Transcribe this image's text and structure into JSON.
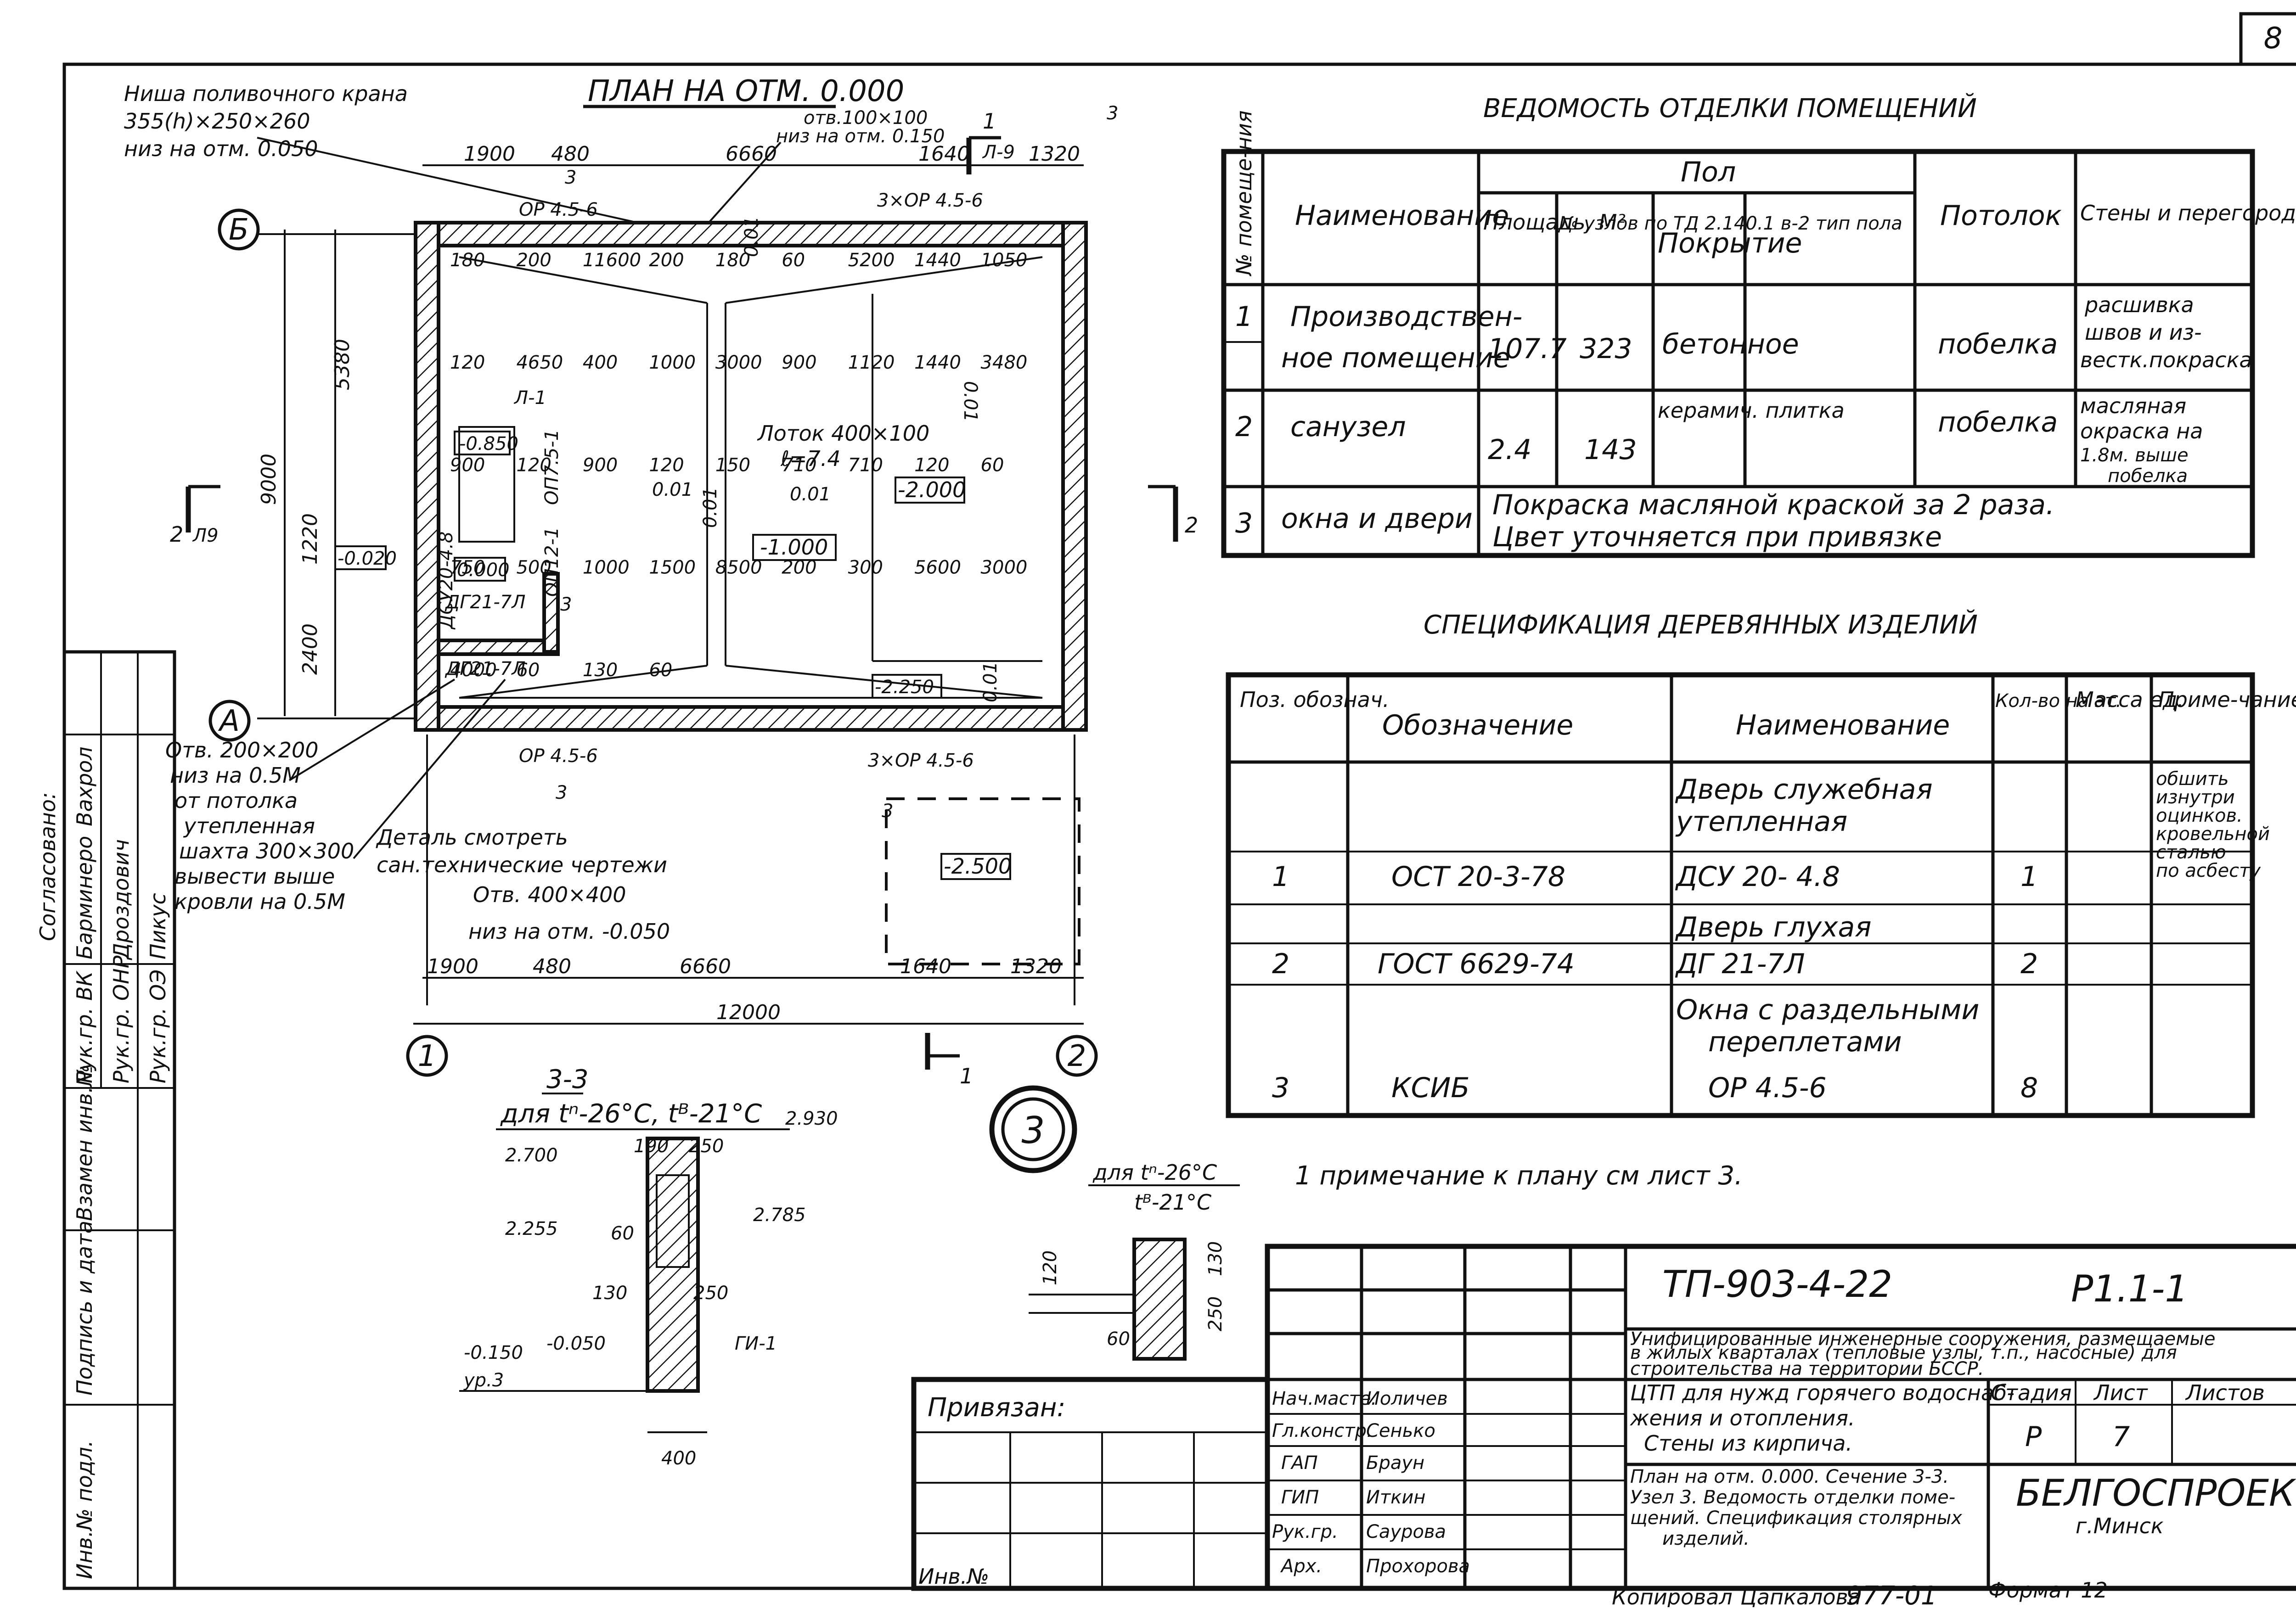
{
  "sheet": {
    "number": "8"
  },
  "plan": {
    "title": "ПЛАН НА ОТМ. 0.000",
    "niche": [
      "Ниша поливочного крана",
      "355(h)×250×260",
      "низ на отм. 0.050"
    ],
    "opening_top": [
      "отв.100×100",
      "низ на отм. 0.150"
    ],
    "opening_left": [
      "Отв. 200×200",
      "низ на 0.5М",
      "от потолка",
      "утепленная",
      "шахта 300×300",
      "вывести выше",
      "кровли на 0.5М"
    ],
    "detail": [
      "Деталь смотреть",
      "сан.технические чертежи"
    ],
    "opening_bottom": [
      "Отв. 400×400",
      "низ на отм. -0.050"
    ],
    "tray": [
      "Лоток 400×100",
      "ℓ=7.4"
    ],
    "axes": {
      "left": "1",
      "right": "2",
      "top": "Б",
      "bottom": "А",
      "callout": "3"
    },
    "section_marks": [
      "1",
      "Л-9",
      "2",
      "Л9",
      "1",
      "3",
      "2",
      "3",
      "3",
      "3",
      "3"
    ],
    "levels": [
      "-0.850",
      "-0.020",
      "0.000",
      "-1.000",
      "-2.000",
      "-2.250",
      "-2.500"
    ],
    "windows": [
      "ОР 4.5-6",
      "3×ОР 4.5-6",
      "ОР 4.5-6",
      "3×ОР 4.5-6"
    ],
    "doors": [
      "ДСУ20-4.8",
      "ДГ21-7Л",
      "ДГ21-7Л",
      "ОП7.5-1",
      "ОП12-1"
    ],
    "labels": [
      "Л-1"
    ],
    "slopes": [
      "0.01",
      "0.01",
      "0.01",
      "0.01",
      "0.01",
      "0.01"
    ],
    "dims_top": [
      "1900",
      "480",
      "6660",
      "1640",
      "1320"
    ],
    "dims_bottom": [
      "1900",
      "480",
      "6660",
      "1640",
      "1320"
    ],
    "dim_total": "12000",
    "dims_left": [
      "5380",
      "9000",
      "1220",
      "2400"
    ],
    "dims_inner": [
      "180",
      "200",
      "11600",
      "200",
      "180",
      "60",
      "5200",
      "1440",
      "1050",
      "120",
      "4650",
      "400",
      "1000",
      "3000",
      "900",
      "1120",
      "1440",
      "3480",
      "900",
      "120",
      "900",
      "120",
      "150",
      "710",
      "710",
      "120",
      "60",
      "750",
      "500",
      "1000",
      "1500",
      "8500",
      "200",
      "300",
      "5600",
      "3000",
      "4000",
      "60",
      "130",
      "60"
    ]
  },
  "section": {
    "title": "3-3",
    "subtitle": "для tⁿ-26°С, tᴮ-21°С",
    "marks": [
      "2.930",
      "2.700",
      "2.255",
      "2.785",
      "-0.150",
      "-0.050",
      "ур.3",
      "ГИ-1"
    ],
    "dims": [
      "190",
      "250",
      "60",
      "130",
      "250",
      "400"
    ]
  },
  "node3": {
    "label": "3",
    "subtitle": [
      "для tⁿ-26°С",
      "tᴮ-21°С"
    ],
    "dims": [
      "120",
      "130",
      "250",
      "60"
    ]
  },
  "finish_table": {
    "title": "ВЕДОМОСТЬ ОТДЕЛКИ ПОМЕЩЕНИЙ",
    "headers": {
      "num": "№ помеще-ния",
      "name": "Наименование",
      "floor": "Пол",
      "area": "Площадь, М²",
      "nodes": "№ узлов по ТД 2.140.1 в-2 тип пола",
      "cover": "Покрытие",
      "ceiling": "Потолок",
      "walls": "Стены и перегородки"
    },
    "rows": [
      {
        "num": "1",
        "name": [
          "Производствен-",
          "ное помещение"
        ],
        "area": "107.7",
        "nodes": "323",
        "cover": "бетонное",
        "ceiling": "побелка",
        "walls": [
          "расшивка",
          "швов и из-",
          "вестк.покраска"
        ]
      },
      {
        "num": "2",
        "name": [
          "санузел"
        ],
        "area": "2.4",
        "nodes": "143",
        "cover": "керамич. плитка",
        "ceiling": "побелка",
        "walls": [
          "масляная",
          "окраска на",
          "1.8м. выше",
          "побелка"
        ]
      },
      {
        "num": "3",
        "name": [
          "окна и двери"
        ],
        "merged": [
          "Покраска масляной краской за 2 раза.",
          "Цвет уточняется при привязке"
        ]
      }
    ]
  },
  "spec_table": {
    "title": "СПЕЦИФИКАЦИЯ ДЕРЕВЯННЫХ ИЗДЕЛИЙ",
    "headers": [
      "Поз. обознач.",
      "Обозначение",
      "Наименование",
      "Кол-во на эт.",
      "Масса ед.",
      "Приме-чание"
    ],
    "rows": [
      {
        "pos": "",
        "code": "",
        "name": [
          "Дверь служебная",
          "утепленная"
        ],
        "qty": "",
        "mass": "",
        "note": [
          "обшить",
          "изнутри",
          "оцинков.",
          "кровельной",
          "сталью",
          "по асбесту"
        ]
      },
      {
        "pos": "1",
        "code": "ОСТ 20-3-78",
        "name": [
          "ДСУ 20- 4.8"
        ],
        "qty": "1",
        "mass": "",
        "note": []
      },
      {
        "pos": "",
        "code": "",
        "name": [
          "Дверь глухая"
        ],
        "qty": "",
        "mass": "",
        "note": []
      },
      {
        "pos": "2",
        "code": "ГОСТ 6629-74",
        "name": [
          "ДГ 21-7Л"
        ],
        "qty": "2",
        "mass": "",
        "note": []
      },
      {
        "pos": "",
        "code": "",
        "name": [
          "Окна с раздельными",
          "переплетами"
        ],
        "qty": "",
        "mass": "",
        "note": []
      },
      {
        "pos": "3",
        "code": "КСИБ",
        "name": [
          "ОР 4.5-6"
        ],
        "qty": "8",
        "mass": "",
        "note": []
      }
    ]
  },
  "note": "1 примечание к плану см лист 3.",
  "left_strip": {
    "agreed": "Согласовано:",
    "rows": [
      {
        "role": "Рук.гр. ВК",
        "name": "Барминеро",
        "extra": "Вахрол"
      },
      {
        "role": "Рук.гр. ОНР",
        "name": "Дроздович",
        "extra": ""
      },
      {
        "role": "Рук.гр. ОЭ",
        "name": "Пикус",
        "extra": ""
      }
    ],
    "vertical": [
      "Взамен инв.№",
      "Подпись и дата",
      "Инв.№ подл."
    ]
  },
  "title_block": {
    "code": "ТП-903-4-22",
    "sheet_code": "Р1.1-1",
    "desc": [
      "Унифицированные инженерные сооружения, размещаемые",
      "в жилых кварталах (тепловые узлы, т.п., насосные) для",
      "строительства на территории БССР."
    ],
    "name": [
      "ЦТП для нужд горячего водоснаб-",
      "жения и отопления.",
      "Стены из кирпича."
    ],
    "content": [
      "План на отм. 0.000. Сечение 3-3.",
      "Узел 3. Ведомость отделки поме-",
      "щений. Спецификация столярных",
      "изделий."
    ],
    "stage_label": "Стадия",
    "sheet_label": "Лист",
    "sheets_label": "Листов",
    "stage": "Р",
    "sheet": "7",
    "org": "БЕЛГОСПРОЕКТ",
    "city": "г.Минск",
    "bound": "Привязан:",
    "inv": "Инв.№",
    "staff": [
      {
        "role": "Нач.масте.",
        "name": "Иоличев"
      },
      {
        "role": "Гл.констр.",
        "name": "Сенько"
      },
      {
        "role": "ГАП",
        "name": "Браун"
      },
      {
        "role": "ГИП",
        "name": "Иткин"
      },
      {
        "role": "Рук.гр.",
        "name": "Саурова"
      },
      {
        "role": "Арх.",
        "name": "Прохорова"
      }
    ]
  },
  "footer": {
    "copied": "Копировал",
    "copier": "Цапкалова",
    "num": "977-01",
    "format": "Формат 12"
  }
}
